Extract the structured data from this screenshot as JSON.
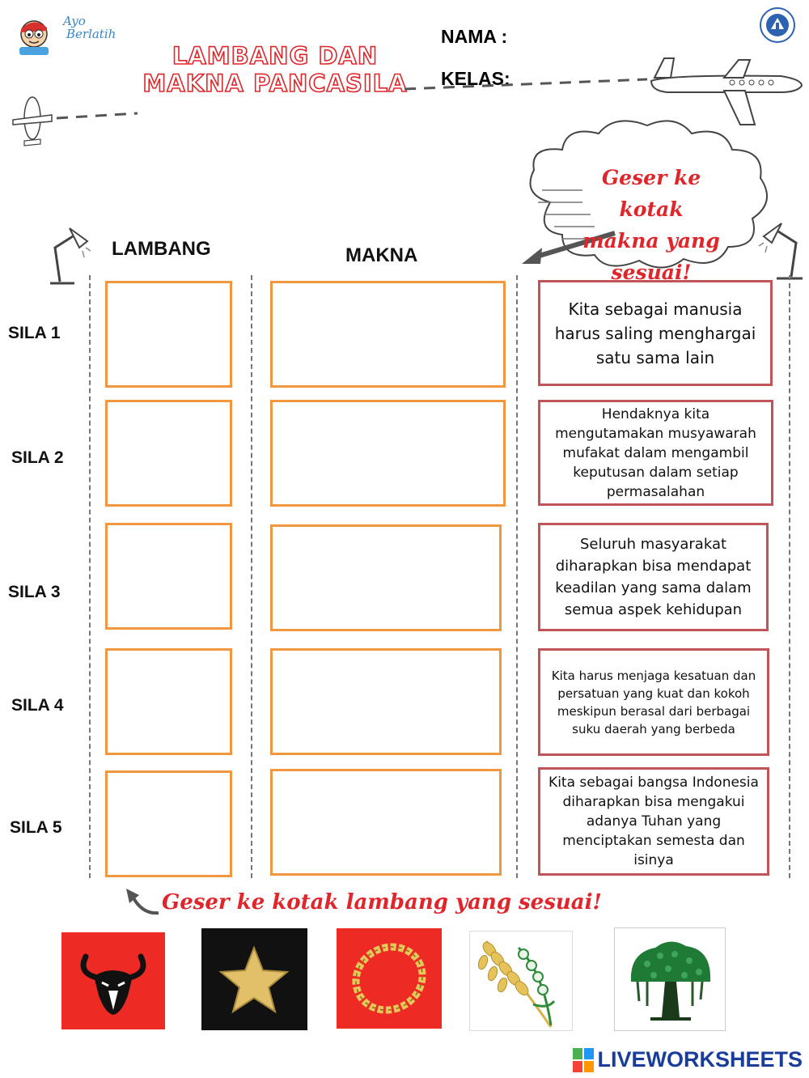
{
  "header": {
    "title_line1": "LAMBANG DAN",
    "title_line2": "MAKNA PANCASILA",
    "logo_text_line1": "Ayo",
    "logo_text_line2": "Berlatih",
    "nama_label": "NAMA :",
    "kelas_label": "KELAS:"
  },
  "instructions": {
    "cloud_line1": "Geser ke kotak",
    "cloud_line2": "makna yang",
    "cloud_line3": "sesuai!",
    "bottom": "Geser ke kotak lambang yang sesuai!"
  },
  "columns": {
    "lambang": "LAMBANG",
    "makna": "MAKNA"
  },
  "rows": [
    {
      "label": "SILA 1"
    },
    {
      "label": "SILA 2"
    },
    {
      "label": "SILA 3"
    },
    {
      "label": "SILA 4"
    },
    {
      "label": "SILA 5"
    }
  ],
  "meaning_cards": [
    {
      "text": "Kita sebagai manusia harus saling menghargai satu sama  lain"
    },
    {
      "text": "Hendaknya kita mengutamakan musyawarah mufakat dalam mengambil keputusan dalam setiap permasalahan"
    },
    {
      "text": "Seluruh masyarakat diharapkan bisa mendapat keadilan yang sama dalam semua aspek kehidupan"
    },
    {
      "text": "Kita harus menjaga kesatuan dan persatuan yang kuat dan kokoh meskipun berasal dari berbagai suku daerah yang berbeda"
    },
    {
      "text": "Kita sebagai bangsa Indonesia diharapkan bisa mengakui adanya Tuhan yang menciptakan semesta dan isinya"
    }
  ],
  "symbols": [
    {
      "name": "bull-head-symbol",
      "bg": "#ee2a24"
    },
    {
      "name": "star-symbol",
      "bg": "#111111"
    },
    {
      "name": "chain-symbol",
      "bg": "#ee2a24"
    },
    {
      "name": "rice-cotton-symbol",
      "bg": "#ffffff"
    },
    {
      "name": "banyan-tree-symbol",
      "bg": "#ffffff"
    }
  ],
  "colors": {
    "accent_red": "#e0262b",
    "drop_box_border": "#f0983f",
    "card_border": "#c05458",
    "brand_blue": "#1a3d9a"
  },
  "footer": {
    "brand": "LIVEWORKSHEETS"
  }
}
